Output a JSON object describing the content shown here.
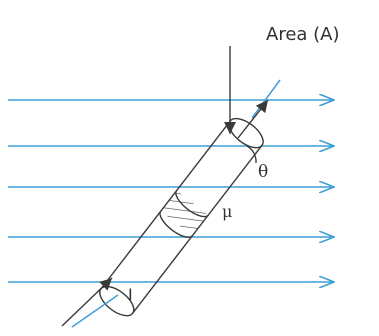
{
  "diagram": {
    "labels": {
      "area": "Area (A)",
      "angle": "θ",
      "permeability": "μ",
      "current": "I"
    },
    "colors": {
      "field_lines": "#3f9fd6",
      "strokes": "#3a3a3a",
      "text": "#333333",
      "background": "#ffffff"
    },
    "field_line_count": 5
  }
}
